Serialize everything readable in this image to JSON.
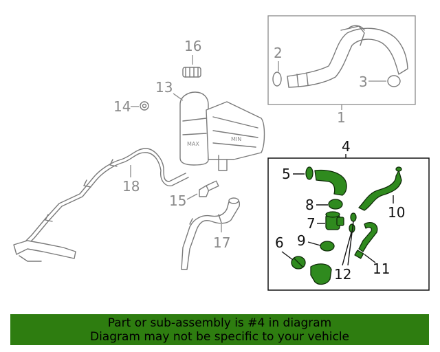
{
  "callouts": {
    "c1": "1",
    "c2": "2",
    "c3": "3",
    "c4": "4",
    "c5": "5",
    "c6": "6",
    "c7": "7",
    "c8": "8",
    "c9": "9",
    "c10": "10",
    "c11": "11",
    "c12": "12",
    "c13": "13",
    "c14": "14",
    "c15": "15",
    "c16": "16",
    "c17": "17",
    "c18": "18"
  },
  "colors": {
    "highlight": "#2f8a1e",
    "banner": "#2e7d10",
    "muted": "#8a8a8a"
  },
  "banner": {
    "line1": "Part or sub-assembly is #4 in diagram",
    "line2": "Diagram may not be specific to your vehicle"
  }
}
